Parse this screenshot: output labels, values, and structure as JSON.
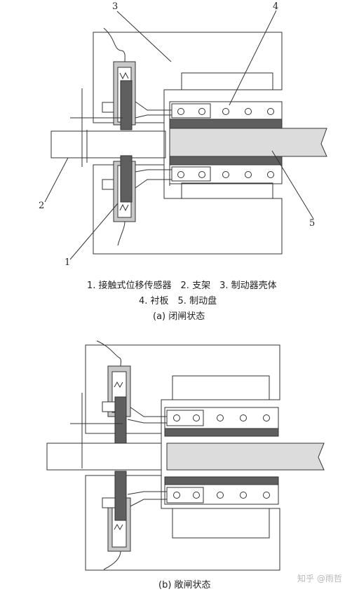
{
  "diagram_a": {
    "callouts": [
      "3",
      "4",
      "2",
      "5",
      "1"
    ],
    "legend_line1": "1. 接触式位移传感器　2. 支架　3. 制动器壳体",
    "legend_line2": "4. 衬板　5. 制动盘",
    "caption": "(a) 闭闸状态"
  },
  "diagram_b": {
    "caption": "(b) 敞闸状态"
  },
  "watermark": "知乎 @雨哲",
  "colors": {
    "stroke": "#333333",
    "dark_plate": "#5f5f5f",
    "light_fill": "#dcdcdc",
    "sensor_fill": "#c8c8c8",
    "watermark": "#b8b8b8"
  }
}
